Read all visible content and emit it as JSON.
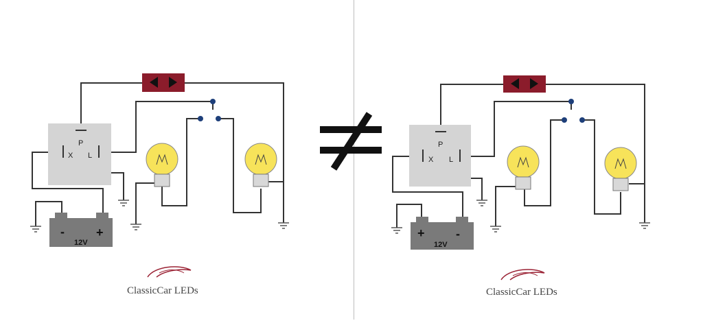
{
  "diagrams": [
    {
      "id": "left",
      "relay": {
        "terminal_p": "P",
        "terminal_x": "X",
        "terminal_l": "L"
      },
      "battery": {
        "left_sign": "-",
        "right_sign": "+",
        "voltage": "12V"
      },
      "logo": "ClassicCar LEDs"
    },
    {
      "id": "right",
      "relay": {
        "terminal_p": "P",
        "terminal_x": "X",
        "terminal_l": "L"
      },
      "battery": {
        "left_sign": "+",
        "right_sign": "-",
        "voltage": "12V"
      },
      "logo": "ClassicCar LEDs"
    }
  ],
  "comparison_symbol": "≠",
  "colors": {
    "wire": "#333333",
    "relay_fill": "#d4d4d4",
    "battery_fill": "#7a7a7a",
    "indicator_fill": "#8b1c2b",
    "bulb_fill": "#f7e35a",
    "switch_contact": "#1e3f7a",
    "logo_red": "#9b2335"
  }
}
